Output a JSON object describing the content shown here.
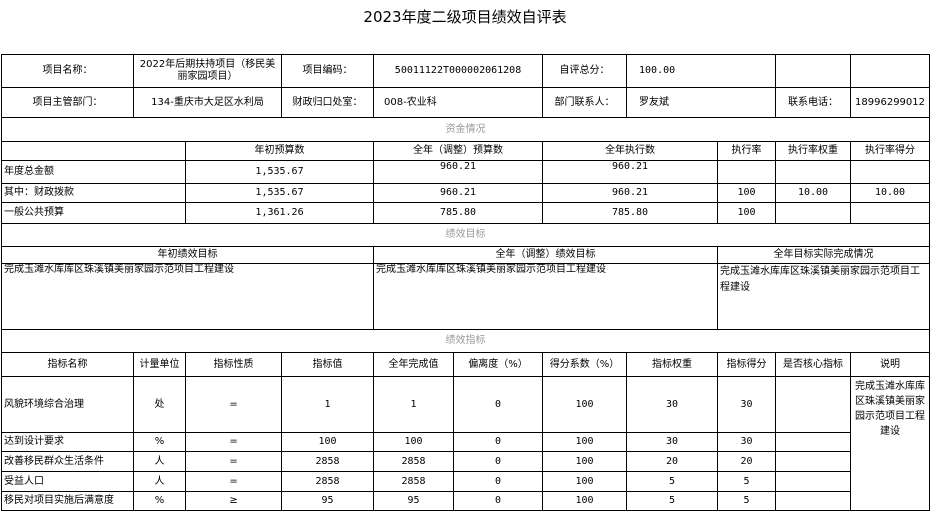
{
  "title": "2023年度二级项目绩效自评表",
  "info": {
    "project_name_label": "项目名称：",
    "project_name": "2022年后期扶持项目（移民美丽家园项目）",
    "project_code_label": "项目编码：",
    "project_code": "50011122T000002061208",
    "score_label": "自评总分：",
    "score": "100.00",
    "dept_label": "项目主管部门：",
    "dept": "134-重庆市大足区水利局",
    "office_label": "财政归口处室：",
    "office": "008-农业科",
    "contact_label": "部门联系人：",
    "contact": "罗友斌",
    "phone_label": "联系电话：",
    "phone": "18996299012"
  },
  "funds": {
    "section": "资金情况",
    "headers": [
      "年初预算数",
      "全年（调整）预算数",
      "全年执行数",
      "执行率",
      "执行率权重",
      "执行率得分"
    ],
    "rows": [
      {
        "label": "年度总金额",
        "initial": "1,535.67",
        "adjusted": "960.21",
        "executed": "960.21",
        "rate": "",
        "weight": "",
        "score": ""
      },
      {
        "label": "其中：财政拨款",
        "initial": "1,535.67",
        "adjusted": "960.21",
        "executed": "960.21",
        "rate": "100",
        "weight": "10.00",
        "score": "10.00"
      },
      {
        "label": "一般公共预算",
        "initial": "1,361.26",
        "adjusted": "785.80",
        "executed": "785.80",
        "rate": "100",
        "weight": "",
        "score": ""
      }
    ]
  },
  "goals": {
    "section": "绩效目标",
    "headers": [
      "年初绩效目标",
      "全年（调整）绩效目标",
      "全年目标实际完成情况"
    ],
    "initial": "完成玉滩水库库区珠溪镇美丽家园示范项目工程建设",
    "adjusted": "完成玉滩水库库区珠溪镇美丽家园示范项目工程建设",
    "actual": "完成玉滩水库库区珠溪镇美丽家园示范项目工程建设"
  },
  "indicators": {
    "section": "绩效指标",
    "headers": [
      "指标名称",
      "计量单位",
      "指标性质",
      "指标值",
      "全年完成值",
      "偏离度（%）",
      "得分系数（%）",
      "指标权重",
      "指标得分",
      "是否核心指标",
      "说明"
    ],
    "note": "完成玉滩水库库区珠溪镇美丽家园示范项目工程建设",
    "rows": [
      {
        "name": "风貌环境综合治理",
        "unit": "处",
        "nature": "=",
        "target": "1",
        "actual": "1",
        "deviation": "0",
        "coef": "100",
        "weight": "30",
        "score": "30",
        "core": ""
      },
      {
        "name": "达到设计要求",
        "unit": "%",
        "nature": "=",
        "target": "100",
        "actual": "100",
        "deviation": "0",
        "coef": "100",
        "weight": "30",
        "score": "30",
        "core": ""
      },
      {
        "name": "改善移民群众生活条件",
        "unit": "人",
        "nature": "=",
        "target": "2858",
        "actual": "2858",
        "deviation": "0",
        "coef": "100",
        "weight": "20",
        "score": "20",
        "core": ""
      },
      {
        "name": "受益人口",
        "unit": "人",
        "nature": "=",
        "target": "2858",
        "actual": "2858",
        "deviation": "0",
        "coef": "100",
        "weight": "5",
        "score": "5",
        "core": ""
      },
      {
        "name": "移民对项目实施后满意度",
        "unit": "%",
        "nature": "≥",
        "target": "95",
        "actual": "95",
        "deviation": "0",
        "coef": "100",
        "weight": "5",
        "score": "5",
        "core": ""
      }
    ]
  }
}
